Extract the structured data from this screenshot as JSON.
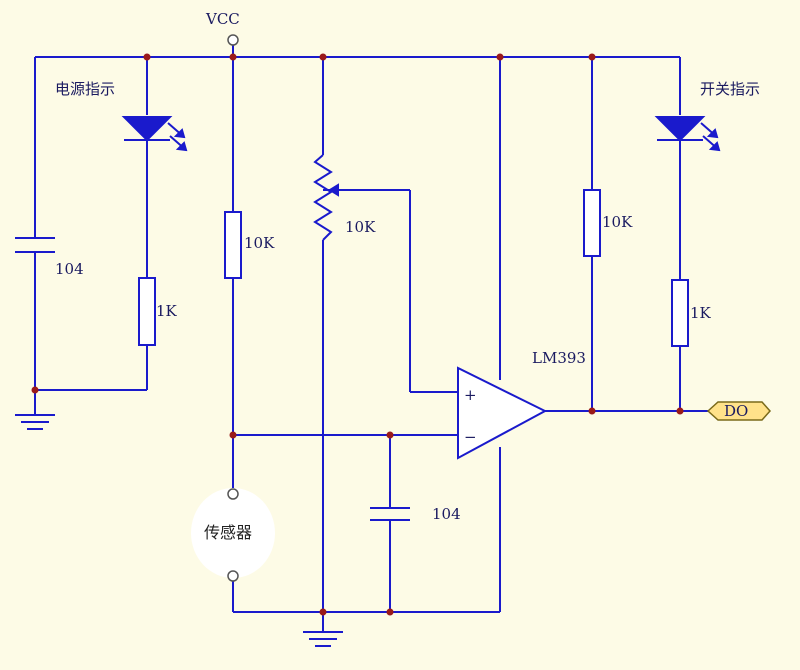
{
  "labels": {
    "vcc": "VCC",
    "power_indicator": "电源指示",
    "switch_indicator": "开关指示",
    "sensor": "传感器",
    "do_port": "DO",
    "opamp": "LM393",
    "opamp_plus": "+",
    "opamp_minus": "−"
  },
  "components": {
    "c_power": "104",
    "r_led_power": "1K",
    "r_sensor": "10K",
    "potentiometer": "10K",
    "c_filter": "104",
    "r_pullup": "10K",
    "r_led_switch": "1K"
  },
  "colors": {
    "background": "#fdfbe6",
    "wire": "#1a1acc",
    "junction": "#9a1a1a",
    "port": "#ffe28a"
  }
}
